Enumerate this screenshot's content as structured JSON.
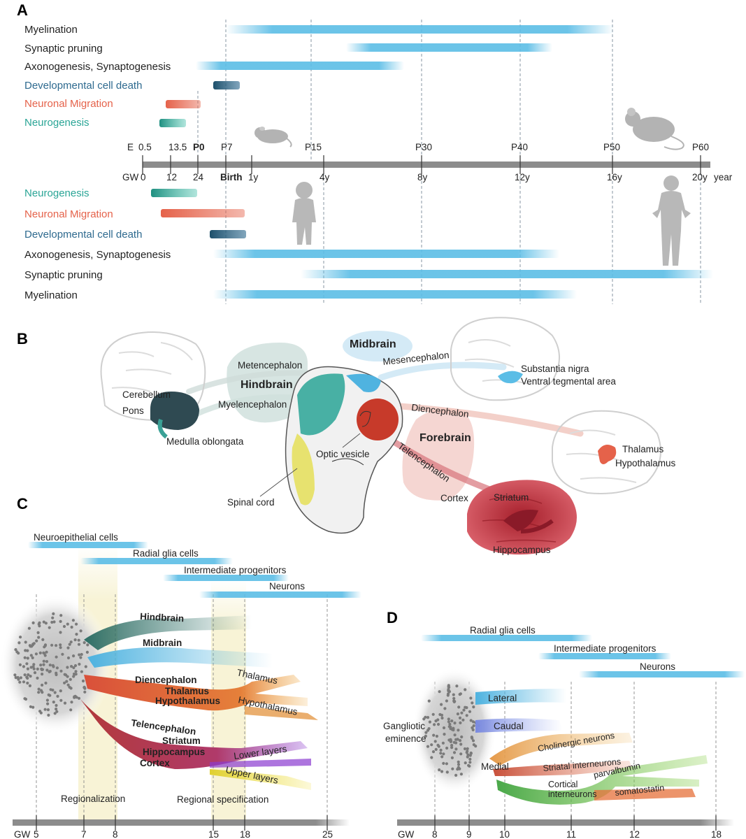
{
  "panels": {
    "a": "A",
    "b": "B",
    "c": "C",
    "d": "D"
  },
  "colors": {
    "blue": "#5bbde6",
    "teal": "#2a9d8f",
    "orange": "#e5624a",
    "navy": "#2e5c7a",
    "gray_axis": "#8c8c8c",
    "hindbrain": "#2f4f55",
    "forebrain": "#c43a3a",
    "midbrain": "#4fb3e0"
  },
  "icons": [
    "mouse-pup-icon",
    "adult-mouse-icon",
    "child-silhouette-icon",
    "adult-human-silhouette-icon",
    "brain-outline-icon",
    "embryo-icon"
  ],
  "a": {
    "mouse_rows": [
      {
        "label": "Myelination",
        "color": "#222222"
      },
      {
        "label": "Synaptic pruning",
        "color": "#222222"
      },
      {
        "label": "Axonogenesis, Synaptogenesis",
        "color": "#222222"
      },
      {
        "label": "Developmental cell death",
        "color": "#2e6a8f"
      },
      {
        "label": "Neuronal Migration",
        "color": "#e5624a"
      },
      {
        "label": "Neurogenesis",
        "color": "#2aa596"
      }
    ],
    "human_rows": [
      {
        "label": "Neurogenesis",
        "color": "#2aa596"
      },
      {
        "label": "Neuronal Migration",
        "color": "#e5624a"
      },
      {
        "label": "Developmental cell death",
        "color": "#2e6a8f"
      },
      {
        "label": "Axonogenesis, Synaptogenesis",
        "color": "#222222"
      },
      {
        "label": "Synaptic pruning",
        "color": "#222222"
      },
      {
        "label": "Myelination",
        "color": "#222222"
      }
    ],
    "mouse_ticks": [
      "E",
      "0.5",
      "13.5",
      "P0",
      "P7",
      "P15",
      "P30",
      "P40",
      "P50",
      "P60"
    ],
    "human_ticks": [
      "GW",
      "0",
      "12",
      "24",
      "Birth",
      "1y",
      "4y",
      "8y",
      "12y",
      "16y",
      "20y",
      "year"
    ]
  },
  "b": {
    "regions": {
      "hindbrain": "Hindbrain",
      "midbrain": "Midbrain",
      "forebrain": "Forebrain"
    },
    "subdivisions": {
      "metencephalon": "Metencephalon",
      "myelencephalon": "Myelencephalon",
      "mesencephalon": "Mesencephalon",
      "diencephalon": "Diencephalon",
      "telencephalon": "Telencephalon"
    },
    "structures": {
      "cerebellum": "Cerebellum",
      "pons": "Pons",
      "medulla": "Medulla oblongata",
      "substantia_nigra": "Substantia nigra",
      "vta": "Ventral tegmental area",
      "thalamus": "Thalamus",
      "hypothalamus": "Hypothalamus",
      "cortex": "Cortex",
      "striatum": "Striatum",
      "hippocampus": "Hippocampus",
      "optic_vesicle": "Optic vesicle",
      "spinal_cord": "Spinal cord"
    }
  },
  "c": {
    "cell_bars": [
      "Neuroepithelial cells",
      "Radial glia cells",
      "Intermediate progenitors",
      "Neurons"
    ],
    "branches": {
      "hindbrain": "Hindbrain",
      "midbrain": "Midbrain",
      "diencephalon": "Diencephalon",
      "thalamus_bold": "Thalamus",
      "hypothalamus_bold": "Hypothalamus",
      "thalamus": "Thalamus",
      "hypothalamus": "Hypothalamus",
      "telencephalon": "Telencephalon",
      "striatum": "Striatum",
      "hippocampus": "Hippocampus",
      "cortex": "Cortex",
      "lower_layers": "Lower layers",
      "upper_layers": "Upper layers"
    },
    "phases": {
      "regionalization": "Regionalization",
      "specification": "Regional specification"
    },
    "axis": [
      "GW",
      "5",
      "7",
      "8",
      "15",
      "18",
      "25"
    ]
  },
  "d": {
    "cell_bars": [
      "Radial glia cells",
      "Intermediate progenitors",
      "Neurons"
    ],
    "source": {
      "line1": "Gangliotic",
      "line2": "eminence"
    },
    "branches": {
      "lateral": "Lateral",
      "caudal": "Caudal",
      "medial": "Medial",
      "cholinergic": "Cholinergic neurons",
      "striatal": "Striatal interneurons",
      "cortical1": "Cortical",
      "cortical2": "interneurons",
      "parvalbumin": "parvalbumin",
      "somatostatin": "somatostatin"
    },
    "axis": [
      "GW",
      "8",
      "9",
      "10",
      "11",
      "12",
      "18"
    ]
  }
}
